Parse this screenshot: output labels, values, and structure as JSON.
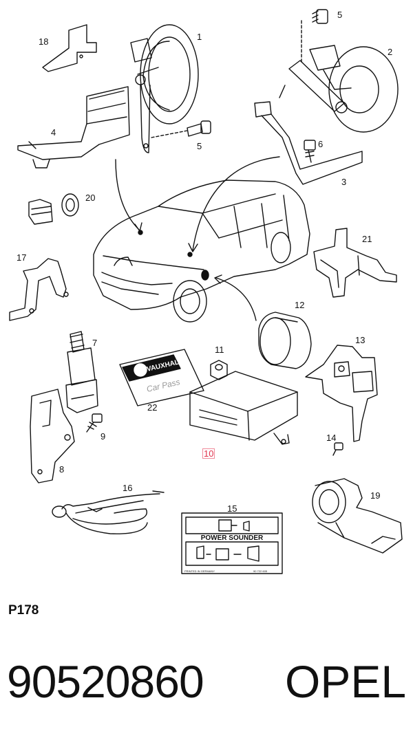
{
  "diagram": {
    "parts": [
      {
        "id": "p1",
        "label": "1"
      },
      {
        "id": "p2",
        "label": "2"
      },
      {
        "id": "p3",
        "label": "3"
      },
      {
        "id": "p4",
        "label": "4"
      },
      {
        "id": "p5a",
        "label": "5"
      },
      {
        "id": "p5b",
        "label": "5"
      },
      {
        "id": "p6",
        "label": "6"
      },
      {
        "id": "p7",
        "label": "7"
      },
      {
        "id": "p8",
        "label": "8"
      },
      {
        "id": "p9",
        "label": "9"
      },
      {
        "id": "p10",
        "label": "10"
      },
      {
        "id": "p11",
        "label": "11"
      },
      {
        "id": "p12",
        "label": "12"
      },
      {
        "id": "p13",
        "label": "13"
      },
      {
        "id": "p14",
        "label": "14"
      },
      {
        "id": "p15",
        "label": "15"
      },
      {
        "id": "p16",
        "label": "16"
      },
      {
        "id": "p17",
        "label": "17"
      },
      {
        "id": "p18",
        "label": "18"
      },
      {
        "id": "p19",
        "label": "19"
      },
      {
        "id": "p20",
        "label": "20"
      },
      {
        "id": "p21",
        "label": "21"
      },
      {
        "id": "p22",
        "label": "22"
      }
    ],
    "highlighted_part": "10",
    "car_pass_card": {
      "brand_text": "VAUXHALL",
      "card_text": "Car Pass"
    },
    "warning_label": {
      "title": "POWER SOUNDER",
      "footer_left": "PRINTED IN GERMANY",
      "footer_right": "90 722 605"
    }
  },
  "page_code": "P178",
  "part_number": "90520860",
  "brand": "OPEL",
  "colors": {
    "highlight": "#e0304a",
    "line": "#111111"
  }
}
